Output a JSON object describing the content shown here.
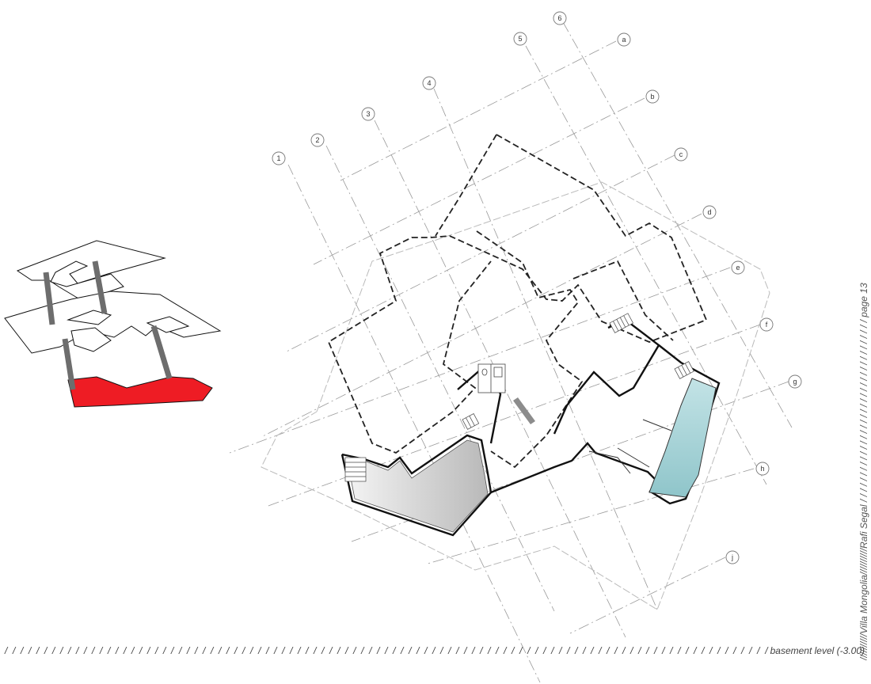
{
  "drawing": {
    "column_labels": [
      "1",
      "2",
      "3",
      "4",
      "5",
      "6"
    ],
    "row_labels": [
      "a",
      "b",
      "c",
      "d",
      "e",
      "f",
      "g",
      "h",
      "j"
    ],
    "level_label": "basement level (-3.00)",
    "project_name": "Villa Mongolia",
    "architect": "Rafi Segal",
    "page": "page 13",
    "colors": {
      "highlight_red": "#ee1c24",
      "pool_blue": "#a9d4d8",
      "room_gray": "#cfcfcf"
    }
  }
}
